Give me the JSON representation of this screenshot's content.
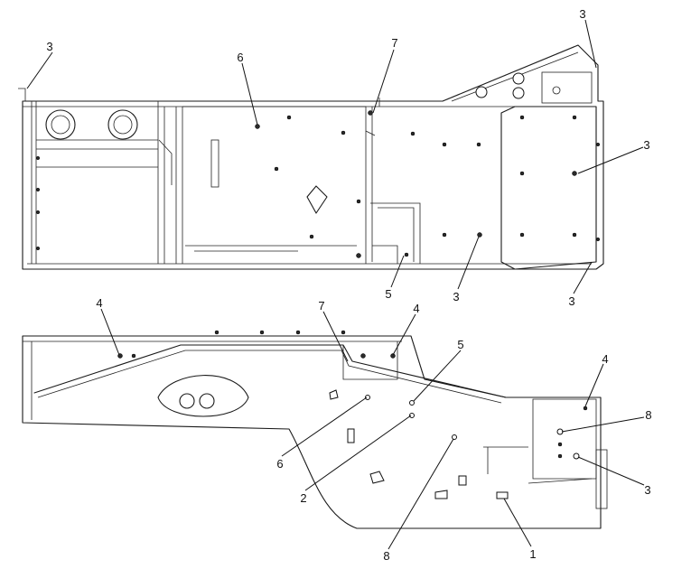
{
  "diagram": {
    "callouts": [
      {
        "label": "3"
      },
      {
        "label": "6"
      },
      {
        "label": "7"
      },
      {
        "label": "3"
      },
      {
        "label": "3"
      },
      {
        "label": "5"
      },
      {
        "label": "3"
      },
      {
        "label": "3"
      },
      {
        "label": "4"
      },
      {
        "label": "7"
      },
      {
        "label": "4"
      },
      {
        "label": "5"
      },
      {
        "label": "4"
      },
      {
        "label": "8"
      },
      {
        "label": "6"
      },
      {
        "label": "2"
      },
      {
        "label": "3"
      },
      {
        "label": "8"
      },
      {
        "label": "1"
      }
    ]
  }
}
